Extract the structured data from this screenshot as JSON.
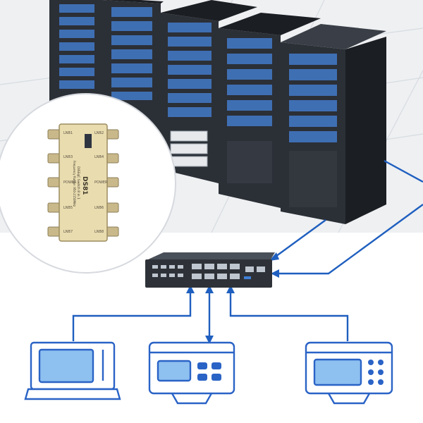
{
  "colors": {
    "background": "#ffffff",
    "floor": "#eef0f2",
    "floor_grid": "#d7dbe0",
    "rack_body": "#2b2f36",
    "rack_edge": "#1b1e23",
    "server_front": "#3f6fb3",
    "server_light": "#8fb6ea",
    "connector_line": "#1f5fbf",
    "device_outline": "#2a63c6",
    "device_screen": "#8ec0f0",
    "device_fill": "#ffffff",
    "switch_body": "#2e3238",
    "port": "#bfc6cf",
    "splitter_body": "#e9ddb0",
    "splitter_connector": "#c9b98a",
    "badge_border": "#d6d9de"
  },
  "splitter": {
    "model": "DS81",
    "description": "DiSEqC Switch 8 in 1",
    "frequency": "Frequency Range: 950-2150MHz",
    "port_labels": [
      "LNB1",
      "LNB2",
      "LNB3",
      "LNB4",
      "LNB5",
      "LNB6",
      "LNB7",
      "LNB8",
      "POWER",
      "POWER"
    ]
  },
  "icons": {
    "server_rack": "server-rack-icon",
    "network_switch": "network-switch-icon",
    "computer": "computer-icon",
    "receiver": "receiver-icon",
    "splitter": "diseqc-switch-icon"
  }
}
